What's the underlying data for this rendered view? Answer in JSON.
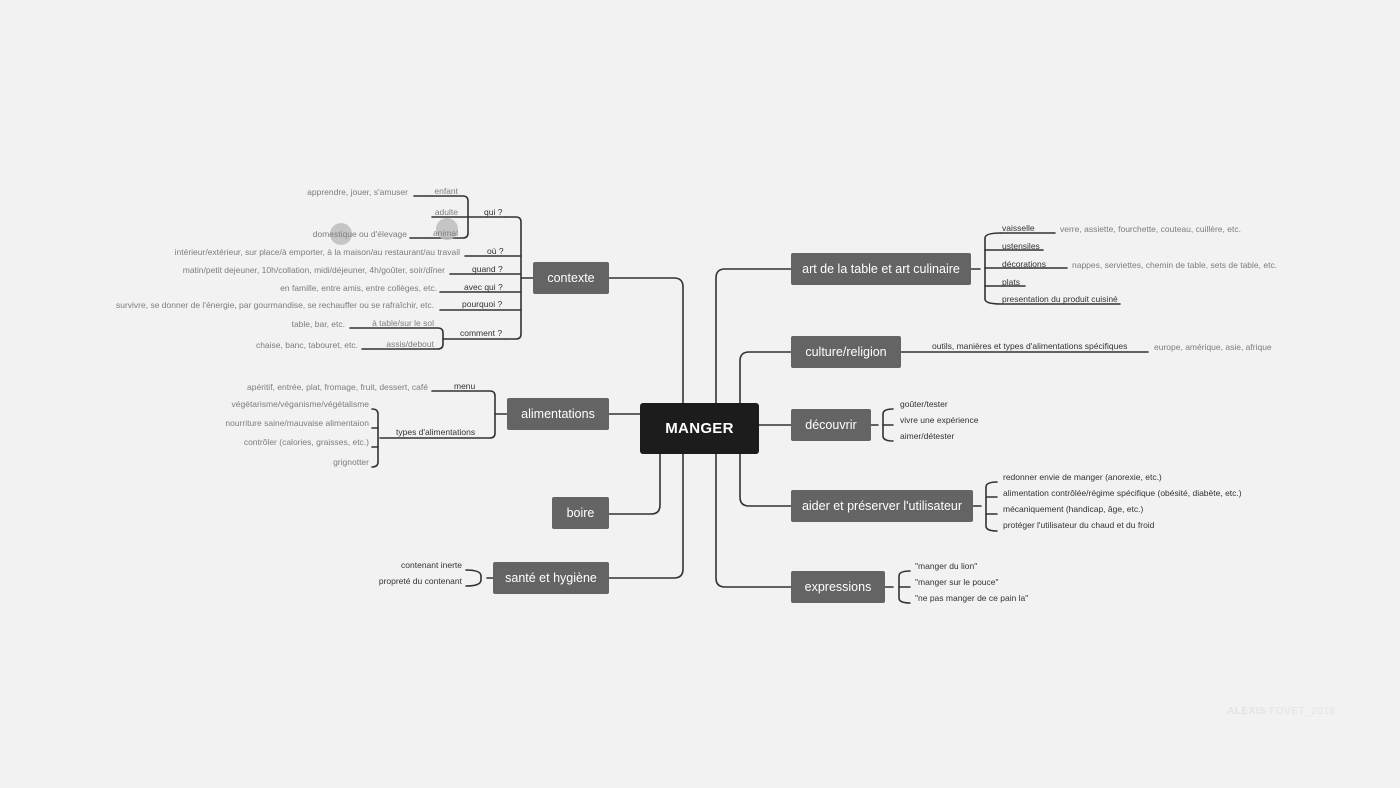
{
  "center": "MANGER",
  "branches": {
    "contexte": "contexte",
    "alimentations": "alimentations",
    "boire": "boire",
    "sante": "santé et hygiène",
    "art": "art de la table et art culinaire",
    "culture": "culture/religion",
    "decouvrir": "découvrir",
    "aider": "aider et préserver l'utilisateur",
    "expressions": "expressions"
  },
  "contexte": {
    "qui": "qui ?",
    "enfant": "enfant",
    "enfant_d": "apprendre, jouer, s'amuser",
    "adulte": "adulte",
    "animal": "animal",
    "animal_d": "domestique ou d'élevage",
    "ou": "où ?",
    "ou_d": "intérieur/extérieur, sur place/à emporter, à la maison/au restaurant/au travail",
    "quand": "quand ?",
    "quand_d": "matin/petit dejeuner, 10h/collation, midi/déjeuner, 4h/goûter, soir/dîner",
    "avecqui": "avec qui ?",
    "avecqui_d": "en famille, entre amis, entre collèges, etc.",
    "pourquoi": "pourquoi ?",
    "pourquoi_d": "survivre, se donner de l'énergie, par gourmandise, se rechauffer ou se rafraîchir, etc.",
    "comment": "comment ?",
    "table": "à table/sur le sol",
    "table_d": "table, bar, etc.",
    "assis": "assis/debout",
    "assis_d": "chaise, banc, tabouret, etc."
  },
  "alimentations": {
    "menu": "menu",
    "menu_d": "apéritif, entrée, plat, fromage, fruit, dessert, café",
    "types": "types d'alimentations",
    "types_items": [
      "végétarisme/véganisme/végétalisme",
      "nourriture saine/mauvaise alimentaion",
      "contrôler (calories, graisses, etc.)",
      "grignotter"
    ]
  },
  "sante": {
    "items": [
      "contenant inerte",
      "propreté du contenant"
    ]
  },
  "art": {
    "vaisselle": "vaisselle",
    "vaisselle_d": "verre, assiette, fourchette, couteau, cuillère, etc.",
    "ustensiles": "ustensiles",
    "decorations": "décorations",
    "decorations_d": "nappes, serviettes, chemin de table, sets de table, etc.",
    "plats": "plats",
    "presentation": "presentation du produit cuisiné"
  },
  "culture": {
    "outils": "outils, manières et types d'alimentations spécifiques",
    "outils_d": "europe, amérique, asie, afrique"
  },
  "decouvrir": {
    "items": [
      "goûter/tester",
      "vivre une expérience",
      "aimer/détester"
    ]
  },
  "aider": {
    "items": [
      "redonner envie de manger (anorexie, etc.)",
      "alimentation contrôlée/régime spécifique (obésité, diabète, etc.)",
      "mécaniquement (handicap, âge, etc.)",
      "protéger l'utilisateur du chaud et du froid"
    ]
  },
  "expressions": {
    "items": [
      "\"manger du lion\"",
      "\"manger sur le pouce\"",
      "\"ne pas manger de ce pain la\""
    ]
  },
  "credit": {
    "first": "ALEXIS",
    "rest": " FOVET_2018"
  },
  "colors": {
    "background": "#f1f2f1",
    "node": "#646464",
    "center": "#1c1c1c",
    "line": "#333333"
  }
}
